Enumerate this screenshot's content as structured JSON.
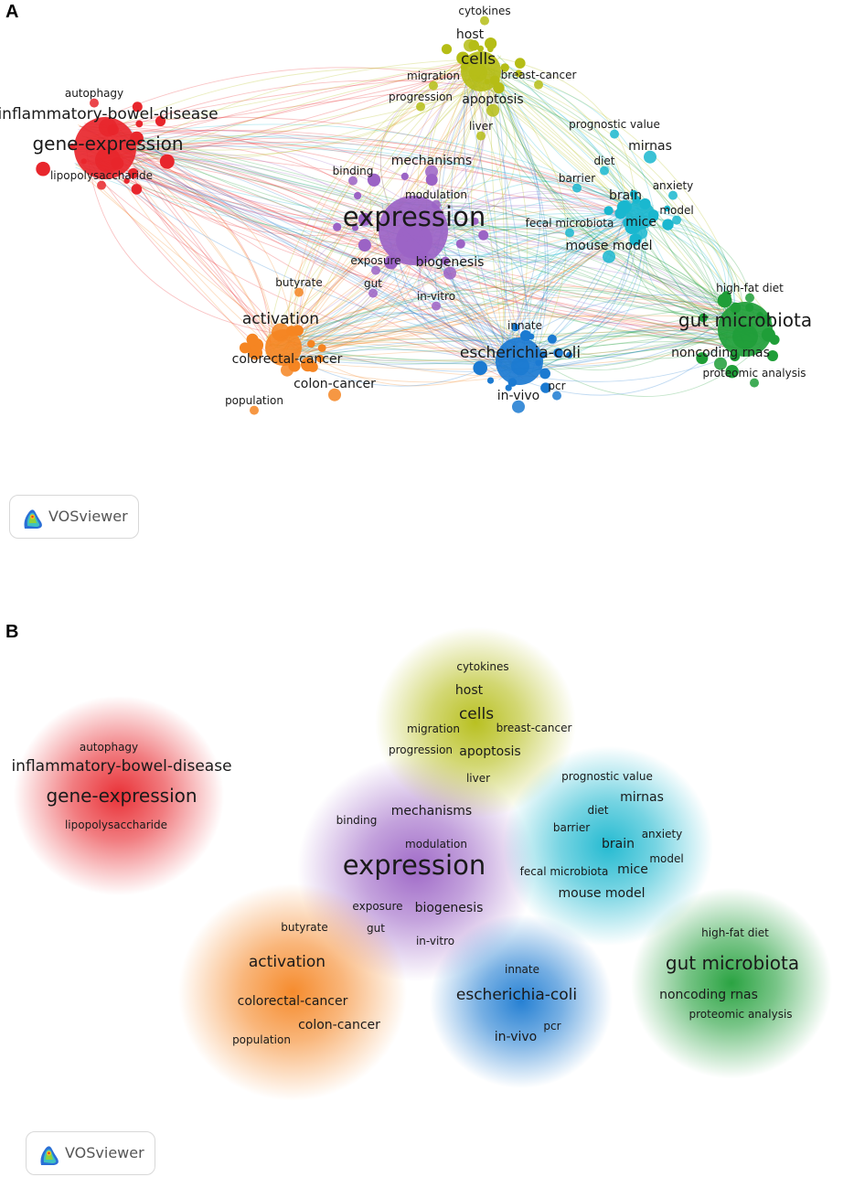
{
  "panels": [
    {
      "label": "A",
      "kind": "network"
    },
    {
      "label": "B",
      "kind": "density"
    }
  ],
  "watermark": "VOSviewer",
  "clusters": [
    {
      "id": "red",
      "color": "#e8262c"
    },
    {
      "id": "yellow",
      "color": "#b5bd16"
    },
    {
      "id": "purple",
      "color": "#9b63c5"
    },
    {
      "id": "cyan",
      "color": "#1ab7cf"
    },
    {
      "id": "green",
      "color": "#1f9e38"
    },
    {
      "id": "orange",
      "color": "#f58522"
    },
    {
      "id": "blue",
      "color": "#1b7ad1"
    }
  ],
  "keywords": [
    {
      "text": "expression",
      "cluster": "purple",
      "size": "xl"
    },
    {
      "text": "mechanisms",
      "cluster": "purple",
      "size": "s"
    },
    {
      "text": "binding",
      "cluster": "purple",
      "size": "xs"
    },
    {
      "text": "modulation",
      "cluster": "purple",
      "size": "xs"
    },
    {
      "text": "exposure",
      "cluster": "purple",
      "size": "xs"
    },
    {
      "text": "biogenesis",
      "cluster": "purple",
      "size": "s"
    },
    {
      "text": "gut",
      "cluster": "purple",
      "size": "xs"
    },
    {
      "text": "in-vitro",
      "cluster": "purple",
      "size": "xs"
    },
    {
      "text": "gene-expression",
      "cluster": "red",
      "size": "l"
    },
    {
      "text": "inflammatory-bowel-disease",
      "cluster": "red",
      "size": "m"
    },
    {
      "text": "autophagy",
      "cluster": "red",
      "size": "xs"
    },
    {
      "text": "lipopolysaccharide",
      "cluster": "red",
      "size": "xs"
    },
    {
      "text": "cytokines",
      "cluster": "yellow",
      "size": "xs"
    },
    {
      "text": "host",
      "cluster": "yellow",
      "size": "s"
    },
    {
      "text": "cells",
      "cluster": "yellow",
      "size": "m"
    },
    {
      "text": "migration",
      "cluster": "yellow",
      "size": "xs"
    },
    {
      "text": "breast-cancer",
      "cluster": "yellow",
      "size": "xs"
    },
    {
      "text": "progression",
      "cluster": "yellow",
      "size": "xs"
    },
    {
      "text": "apoptosis",
      "cluster": "yellow",
      "size": "s"
    },
    {
      "text": "liver",
      "cluster": "yellow",
      "size": "xs"
    },
    {
      "text": "prognostic value",
      "cluster": "cyan",
      "size": "xs"
    },
    {
      "text": "mirnas",
      "cluster": "cyan",
      "size": "s"
    },
    {
      "text": "diet",
      "cluster": "cyan",
      "size": "xs"
    },
    {
      "text": "barrier",
      "cluster": "cyan",
      "size": "xs"
    },
    {
      "text": "anxiety",
      "cluster": "cyan",
      "size": "xs"
    },
    {
      "text": "brain",
      "cluster": "cyan",
      "size": "s"
    },
    {
      "text": "model",
      "cluster": "cyan",
      "size": "xs"
    },
    {
      "text": "mice",
      "cluster": "cyan",
      "size": "s"
    },
    {
      "text": "fecal microbiota",
      "cluster": "cyan",
      "size": "xs"
    },
    {
      "text": "mouse model",
      "cluster": "cyan",
      "size": "s"
    },
    {
      "text": "high-fat diet",
      "cluster": "green",
      "size": "xs"
    },
    {
      "text": "gut microbiota",
      "cluster": "green",
      "size": "l"
    },
    {
      "text": "noncoding rnas",
      "cluster": "green",
      "size": "s"
    },
    {
      "text": "proteomic analysis",
      "cluster": "green",
      "size": "xs"
    },
    {
      "text": "butyrate",
      "cluster": "orange",
      "size": "xs"
    },
    {
      "text": "activation",
      "cluster": "orange",
      "size": "m"
    },
    {
      "text": "colorectal-cancer",
      "cluster": "orange",
      "size": "s"
    },
    {
      "text": "colon-cancer",
      "cluster": "orange",
      "size": "s"
    },
    {
      "text": "population",
      "cluster": "orange",
      "size": "xs"
    },
    {
      "text": "innate",
      "cluster": "blue",
      "size": "xs"
    },
    {
      "text": "escherichia-coli",
      "cluster": "blue",
      "size": "m"
    },
    {
      "text": "in-vivo",
      "cluster": "blue",
      "size": "s"
    },
    {
      "text": "pcr",
      "cluster": "blue",
      "size": "xs"
    }
  ]
}
